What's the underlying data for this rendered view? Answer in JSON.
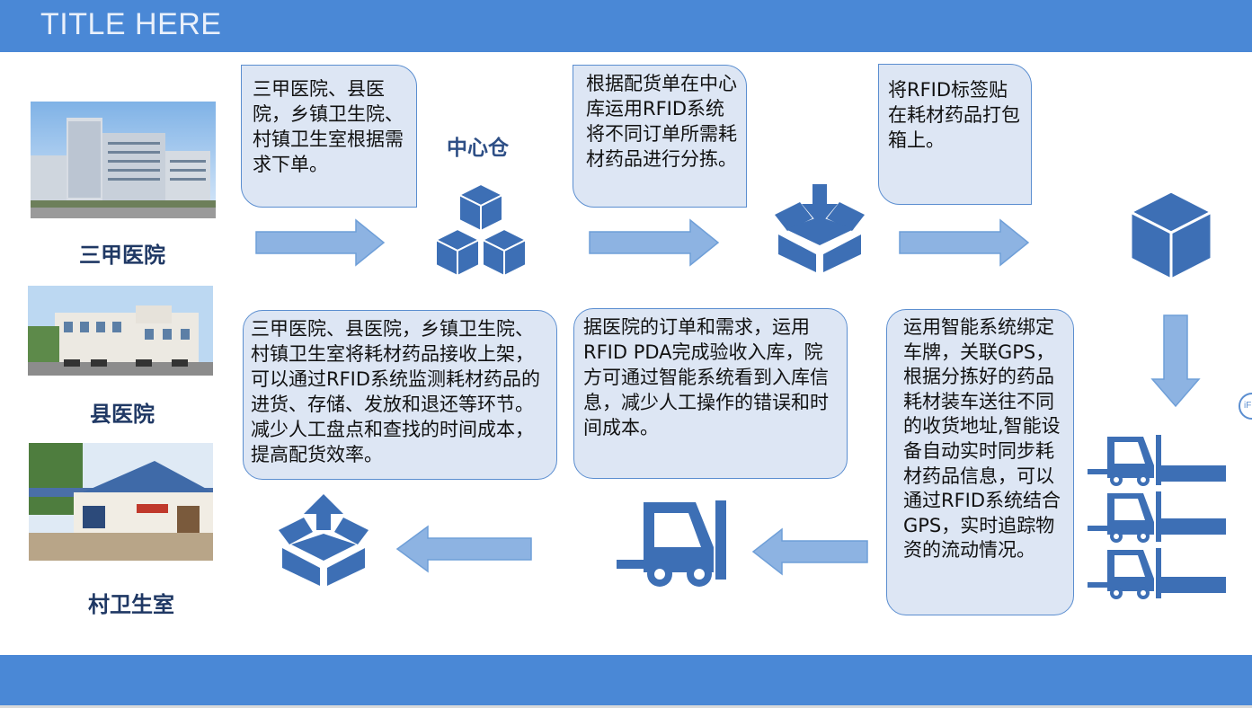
{
  "header": {
    "title": "TITLE HERE"
  },
  "hospitals": [
    {
      "label": "三甲医院"
    },
    {
      "label": "县医院"
    },
    {
      "label": "村卫生室"
    }
  ],
  "center_label": "中心仓",
  "steps": {
    "order": "三甲医院、县医院，乡镇卫生院、村镇卫生室根据需求下单。",
    "sorting": "根据配货单在中心库运用RFID系统将不同订单所需耗材药品进行分拣。",
    "tagging": "将RFID标签贴在耗材药品打包箱上。",
    "shipping": "运用智能系统绑定车牌，关联GPS，根据分拣好的药品耗材装车送往不同的收货地址,智能设备自动实时同步耗材药品信息，可以通过RFID系统结合GPS，实时追踪物资的流动情况。",
    "receiving": "据医院的订单和需求，运用RFID PDA完成验收入库，院方可通过智能系统看到入库信息，减少人工操作的错误和时间成本。",
    "shelving": "三甲医院、县医院，乡镇卫生院、村镇卫生室将耗材药品接收上架，可以通过RFID系统监测耗材药品的进货、存储、发放和退还等环节。减少人工盘点和查找的时间成本，提高配货效率。"
  },
  "colors": {
    "bar": "#4a88d6",
    "icon": "#3d6fb5",
    "arrow": "#8db3e2",
    "bubble_fill": "#dde6f4",
    "bubble_border": "#5b8ed0",
    "label": "#1f3864"
  },
  "icons": [
    "stacked-cubes-icon",
    "box-in-icon",
    "cube-icon",
    "forklift-icon",
    "box-out-icon",
    "arrow-right-icon",
    "arrow-left-icon",
    "arrow-down-icon"
  ]
}
